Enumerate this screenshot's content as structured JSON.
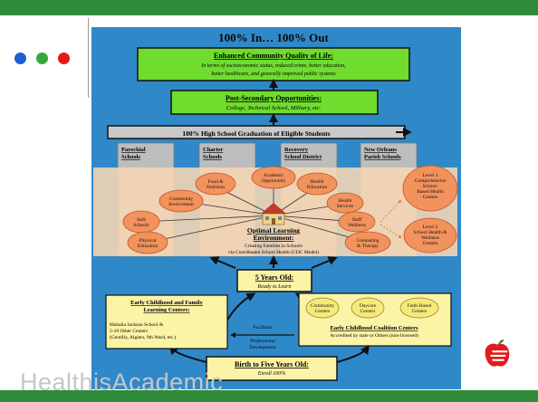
{
  "colors": {
    "band": "#2e8b3a",
    "dot_blue": "#1f5fd1",
    "dot_green": "#37a83c",
    "dot_red": "#e11b1b",
    "diagram_bg": "#2f89c9",
    "green_box": "#6fdc2e",
    "yellow_box": "#fbf3a6",
    "orange_oval": "#f2925c",
    "peach_panel": "#f7d6b4"
  },
  "icons": [
    "dot-blue",
    "dot-green",
    "dot-red",
    "apple-logo",
    "schoolhouse-icon"
  ],
  "diagram": {
    "title": "100% In… 100% Out",
    "community": {
      "title": "Enhanced Community Quality of Life:",
      "line1": "In terms of socioeconomic status, reduced crime, better education,",
      "line2": "better healthcare, and generally improved public systems"
    },
    "postsecondary": {
      "title": "Post-Secondary Opportunities:",
      "subtitle": "College, Technical School, Military, etc."
    },
    "graduation": "100% High School Graduation of Eligible Students",
    "schools": [
      {
        "line1": "Parochial",
        "line2": "Schools"
      },
      {
        "line1": "Charter",
        "line2": "Schools"
      },
      {
        "line1": "Recovery",
        "line2": "School District"
      },
      {
        "line1": "New Orleans",
        "line2": "Parish Schools"
      }
    ],
    "ovals": {
      "food": {
        "line1": "Food &",
        "line2": "Nutrition"
      },
      "academic": {
        "line1": "Academic",
        "line2": "Opportunity"
      },
      "health_ed": {
        "line1": "Health",
        "line2": "Education"
      },
      "community": {
        "line1": "Community",
        "line2": "Involvement"
      },
      "health_services": {
        "line1": "Health",
        "line2": "Services"
      },
      "safe": {
        "line1": "Safe",
        "line2": "Schools"
      },
      "staff": {
        "line1": "Staff",
        "line2": "Wellness"
      },
      "physical": {
        "line1": "Physical",
        "line2": "Education"
      },
      "counseling": {
        "line1": "Counseling",
        "line2": "& Therapy"
      },
      "level1": {
        "line1": "Level 1",
        "line2": "Comprehensive",
        "line3": "School-",
        "line4": "Based Health",
        "line5": "Centers"
      },
      "level2": {
        "line1": "Level 2",
        "line2": "School Health &",
        "line3": "Wellness",
        "line4": "Centers"
      }
    },
    "center": {
      "title1": "Optimal Learning",
      "title2": "Environment:",
      "line1": "Creating Families in Schools",
      "line2": "via Coordinated School Health (CDC Model)"
    },
    "five_years": {
      "title": "5 Years Old:",
      "subtitle": "Ready to Learn"
    },
    "early_childhood": {
      "title1": "Early Childhood and Family",
      "title2": "Learning Centers:",
      "line1": "Mahalia Jackson School &",
      "line2": "5-10 Other Centers",
      "line3": "(Gentilly, Algiers, 9th Ward, etc.)"
    },
    "facilitate": {
      "line1": "Facilitate",
      "line2": "Professional",
      "line3": "Development"
    },
    "coalition": {
      "ovals": [
        {
          "line1": "Community",
          "line2": "Centers"
        },
        {
          "line1": "Daycare",
          "line2": "Centers"
        },
        {
          "line1": "Faith-Based",
          "line2": "Centers"
        }
      ],
      "title": "Early Childhood Coalition Centers",
      "subtitle": "Accredited by state or Others (non-licensed)"
    },
    "birth": {
      "title": "Birth to Five Years Old:",
      "subtitle": "Enroll 100%"
    }
  },
  "footer": {
    "text": "HealthisAcademic"
  }
}
